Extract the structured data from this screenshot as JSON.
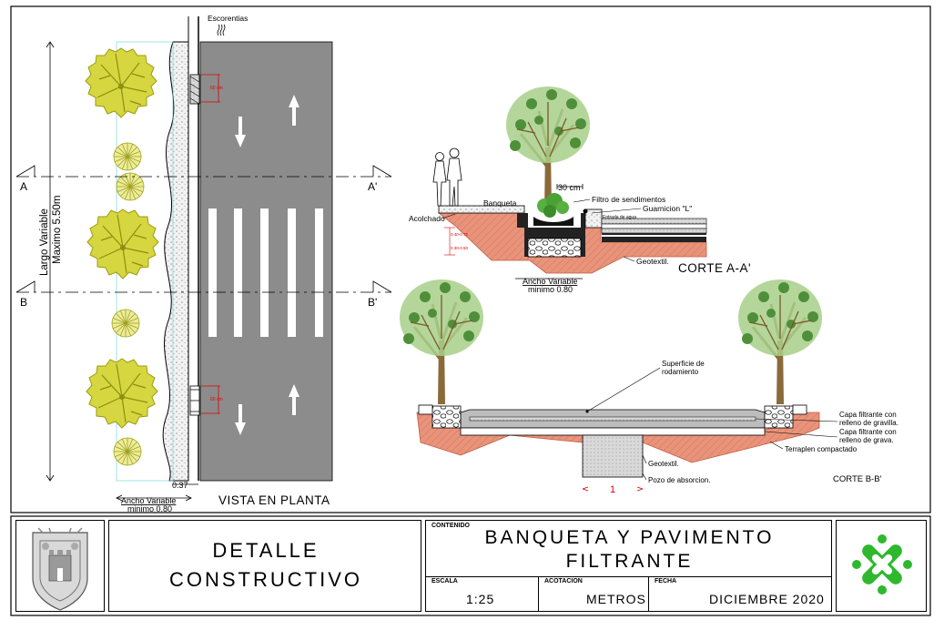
{
  "plan": {
    "runoff_label": "Escorentias",
    "length_label_1": "Largo Variable",
    "length_label_2": "Maximo 5.50m",
    "section_a_left": "A",
    "section_a_right": "A'",
    "section_b_left": "B",
    "section_b_right": "B'",
    "dim_top": "60 cm",
    "dim_bottom": "60 cm",
    "dim_037": "0.37",
    "width_label_1": "Ancho Variable",
    "width_label_2": "minimo 0.80",
    "view_title": "VISTA EN PLANTA"
  },
  "section_aa": {
    "dim_30": "30 cm",
    "filter_label": "Filtro de sendimentos",
    "sidewalk_label": "Banqueta",
    "curb_label": "Guarnicion \"L\"",
    "padding_label": "Acolchado",
    "water_inlet_label": "Entrada de agua",
    "depth_1": "0.40-0.75",
    "depth_2": "0.30-0.50",
    "geotextile_label": "Geotextil.",
    "width_label_1": "Ancho Variable",
    "width_label_2": "minimo 0.80",
    "title": "CORTE A-A'"
  },
  "section_bb": {
    "surface_label_1": "Superficie de",
    "surface_label_2": "rodamiento",
    "layer1_label_1": "Capa filtrante con",
    "layer1_label_2": "relleno de gravilla.",
    "layer2_label_1": "Capa filtrante con",
    "layer2_label_2": "relleno de grava.",
    "compacted_label": "Terraplen compactado",
    "geotextile_label": "Geotextil.",
    "well_label": "Pozo de absorcion.",
    "dim_1": "1",
    "title": "CORTE B-B'"
  },
  "title_block": {
    "detail_line1": "DETALLE",
    "detail_line2": "CONSTRUCTIVO",
    "content_label": "CONTENIDO",
    "content_line1": "BANQUETA Y PAVIMENTO",
    "content_line2": "FILTRANTE",
    "scale_label": "ESCALA",
    "scale_value": "1:25",
    "units_label": "ACOTACION",
    "units_value": "METROS",
    "date_label": "FECHA",
    "date_value": "DICIEMBRE 2020"
  },
  "icons": {
    "city_shield": "coat-of-arms-icon",
    "cdmx_logo": "cdmx-logo-icon"
  },
  "colors": {
    "asphalt": "#8c8c8c",
    "soil": "#e8937a",
    "tree_canopy_plan": "#b8b820",
    "tree_canopy_section": "#7db15a",
    "trunk": "#8a6a3a",
    "logo_green": "#2eb82e",
    "dimension_red": "#e00000"
  }
}
